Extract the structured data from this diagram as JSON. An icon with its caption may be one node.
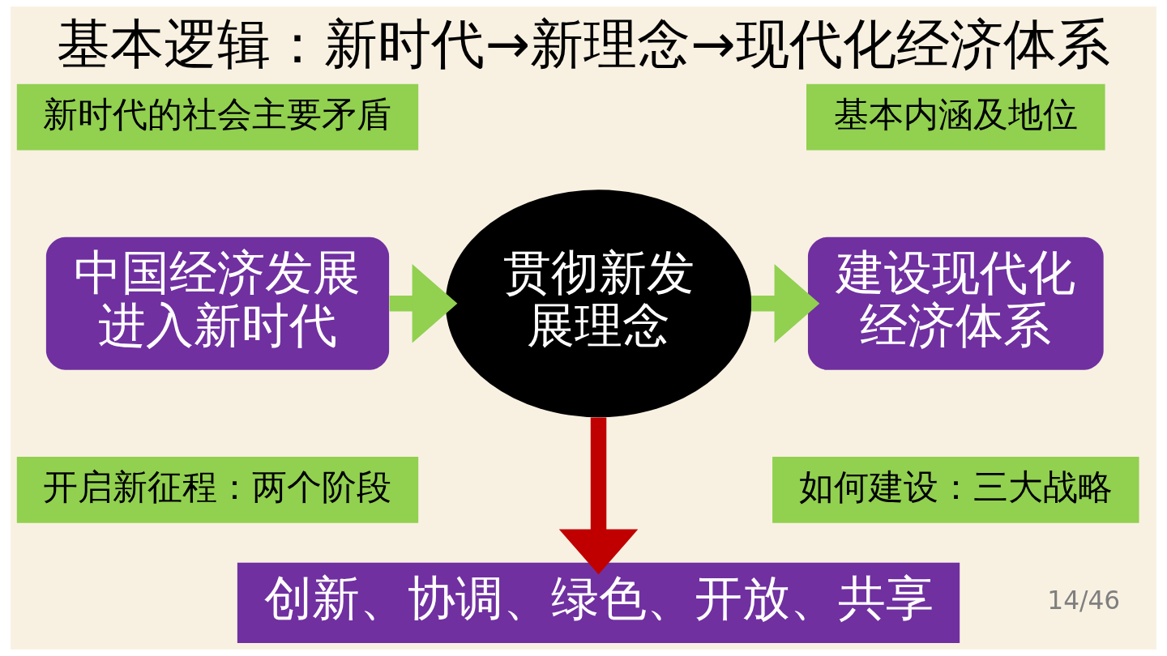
{
  "diagram": {
    "title": "基本逻辑：新时代→新理念→现代化经济体系",
    "nodes": [
      {
        "text": [
          "新时代的社会主要矛盾"
        ]
      },
      {
        "text": [
          "中国经济发展进入新时代"
        ]
      },
      {
        "text": [
          "开启新征程：两个阶段"
        ]
      },
      {
        "text": [
          "贯彻新发展理念"
        ]
      },
      {
        "text": [
          "基本内涵及地位"
        ]
      },
      {
        "text": [
          "建设现代化经济体系"
        ]
      },
      {
        "text": [
          "如何建设：三大战略"
        ]
      },
      {
        "text": [
          "创新、协调、绿色、开放、共享"
        ]
      }
    ],
    "edges": [
      {
        "from": 1,
        "to": 3,
        "arrow": "to"
      },
      {
        "from": 3,
        "to": 5,
        "arrow": "to"
      },
      {
        "from": 3,
        "to": 7,
        "arrow": "to",
        "color": "#c00000"
      }
    ],
    "labels": [
      "14/46"
    ]
  }
}
